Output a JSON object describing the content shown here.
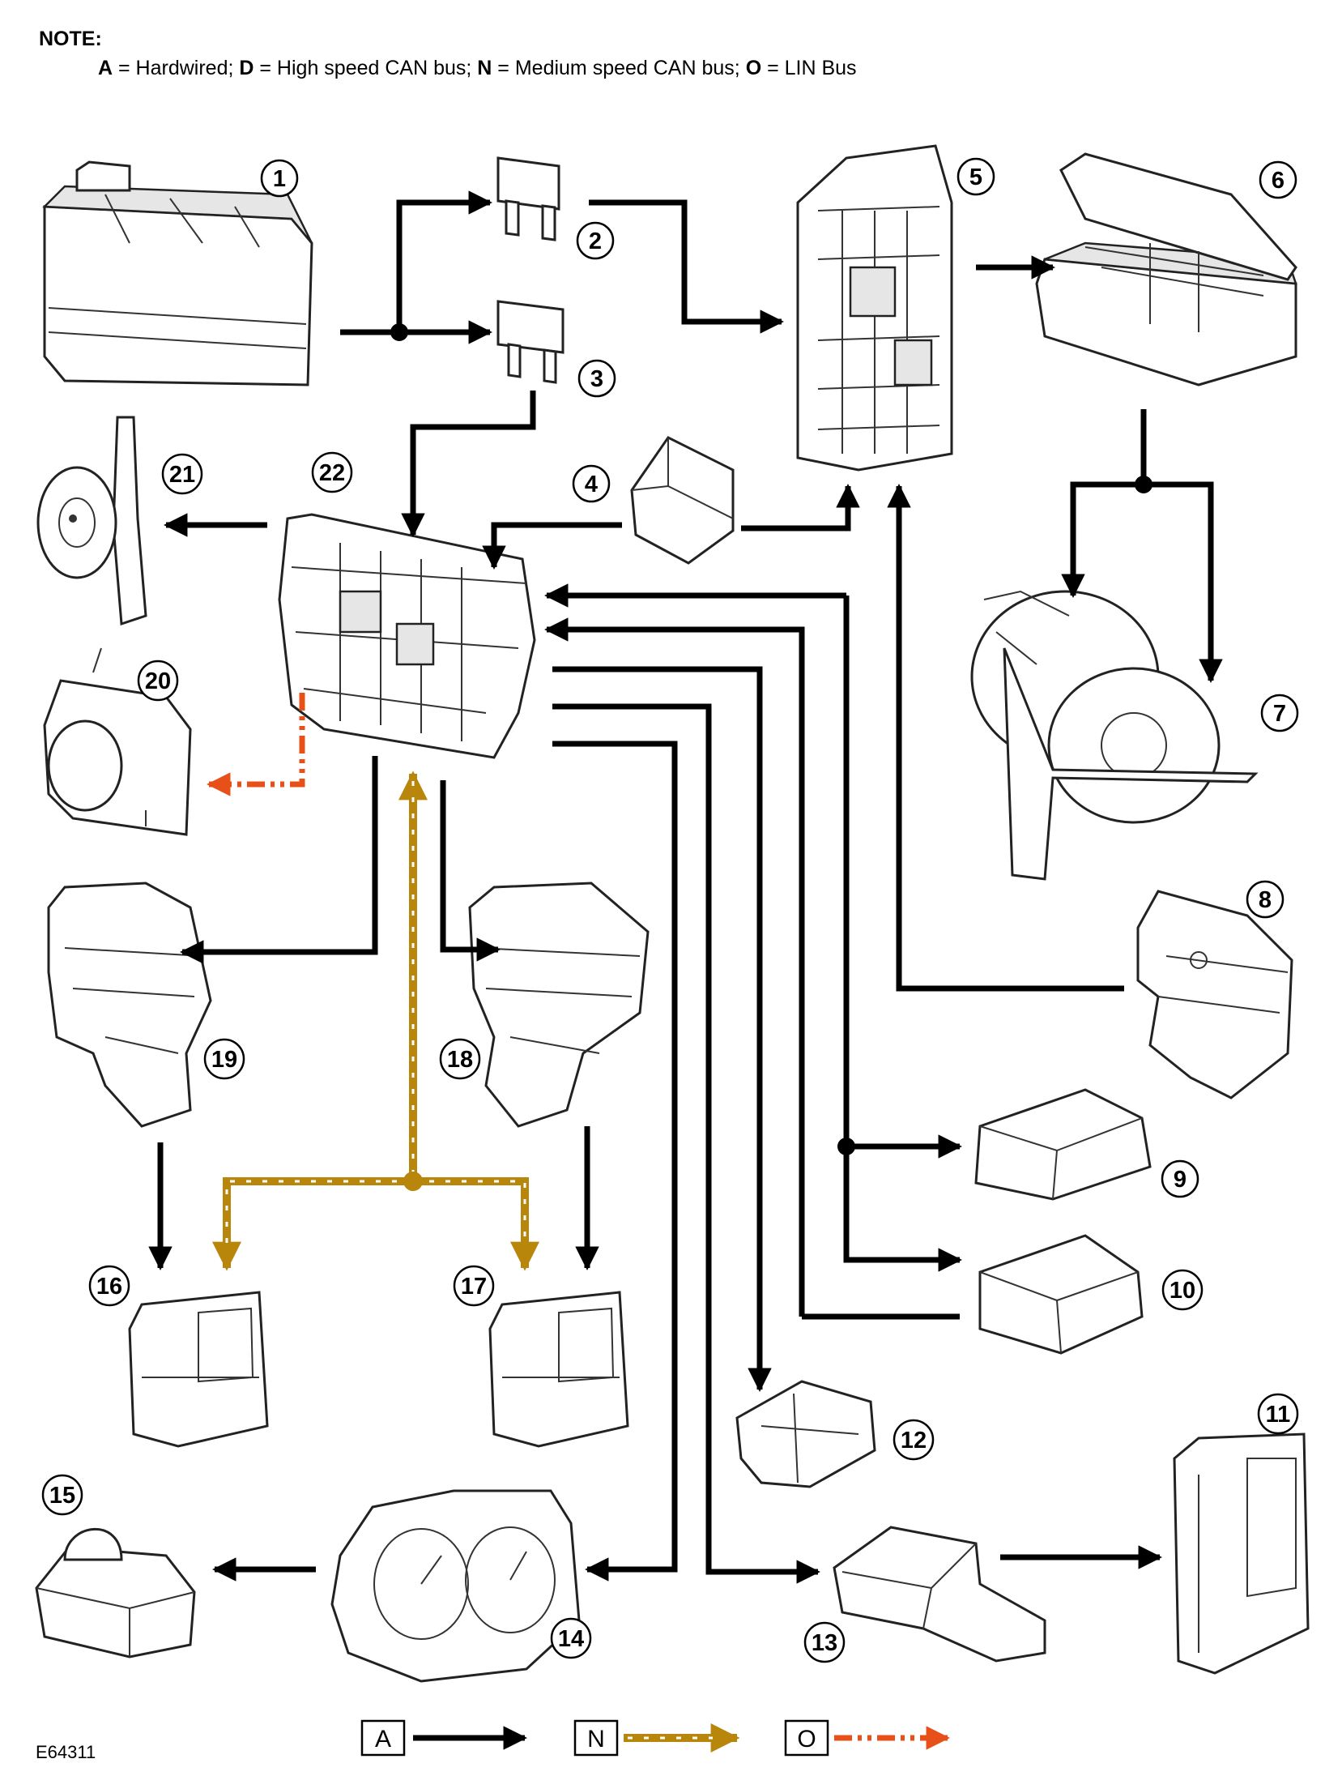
{
  "note": {
    "title": "NOTE:",
    "entries": [
      {
        "code": "A",
        "text": " = Hardwired; "
      },
      {
        "code": "D",
        "text": " = High speed CAN bus; "
      },
      {
        "code": "N",
        "text": " = Medium speed CAN bus; "
      },
      {
        "code": "O",
        "text": " = LIN Bus"
      }
    ]
  },
  "callouts": [
    "1",
    "2",
    "3",
    "4",
    "5",
    "6",
    "7",
    "8",
    "9",
    "10",
    "11",
    "12",
    "13",
    "14",
    "15",
    "16",
    "17",
    "18",
    "19",
    "20",
    "21",
    "22"
  ],
  "legend": [
    {
      "code": "A",
      "style": "hardwired",
      "color": "#000000"
    },
    {
      "code": "N",
      "style": "medium-speed-can",
      "color": "#b8860b"
    },
    {
      "code": "O",
      "style": "lin-bus",
      "color": "#e8501a"
    }
  ],
  "reference": "E64311"
}
